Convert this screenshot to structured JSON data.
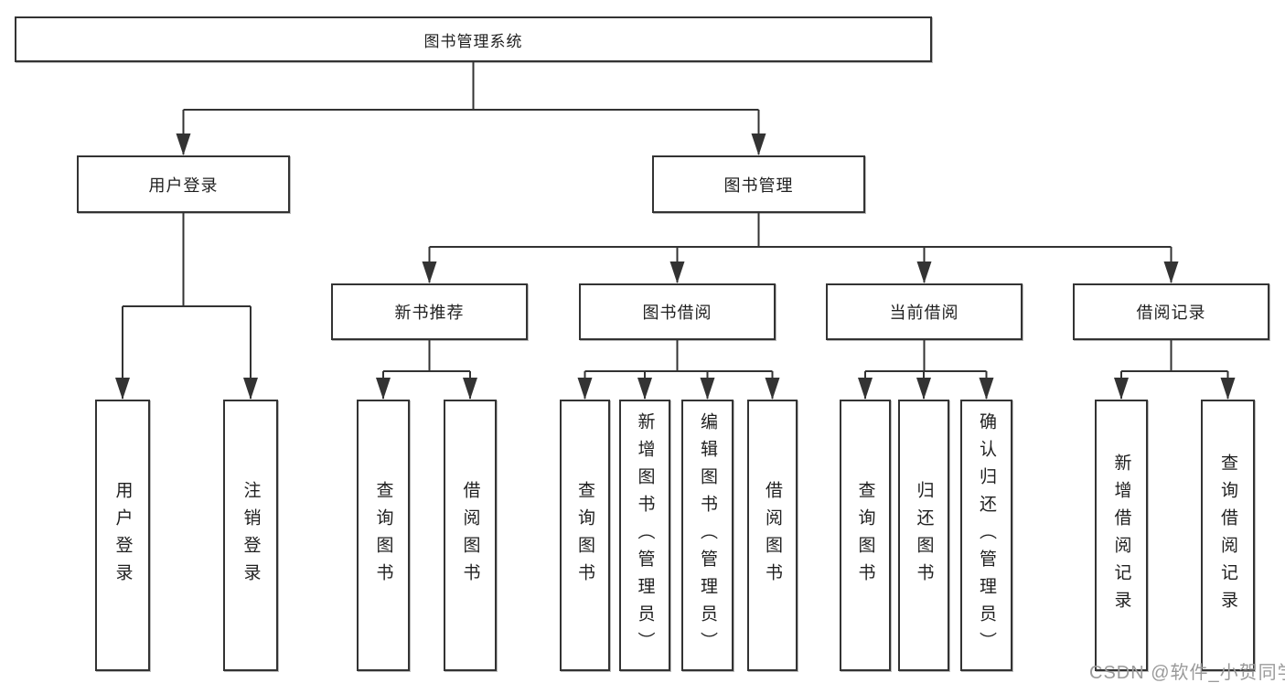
{
  "diagram_title": "图书管理系统",
  "nodes": {
    "root": "图书管理系统",
    "user_login": "用户登录",
    "book_management": "图书管理",
    "new_book_recommend": "新书推荐",
    "book_borrow": "图书借阅",
    "current_borrow": "当前借阅",
    "borrow_records": "借阅记录",
    "leaf_user_login": "用户登录",
    "leaf_logout": "注销登录",
    "leaf_recommend_query_book": "查询图书",
    "leaf_recommend_borrow_book": "借阅图书",
    "leaf_borrow_query_book": "查询图书",
    "leaf_borrow_add_book": "新增图书（管理员）",
    "leaf_borrow_edit_book": "编辑图书（管理员）",
    "leaf_borrow_borrow_book": "借阅图书",
    "leaf_current_query_book": "查询图书",
    "leaf_current_return_book": "归还图书",
    "leaf_current_confirm_return": "确认归还（管理员）",
    "leaf_records_add_record": "新增借阅记录",
    "leaf_records_query_record": "查询借阅记录"
  },
  "hierarchy": {
    "图书管理系统": {
      "用户登录": [
        "用户登录",
        "注销登录"
      ],
      "图书管理": {
        "新书推荐": [
          "查询图书",
          "借阅图书"
        ],
        "图书借阅": [
          "查询图书",
          "新增图书（管理员）",
          "编辑图书（管理员）",
          "借阅图书"
        ],
        "当前借阅": [
          "查询图书",
          "归还图书",
          "确认归还（管理员）"
        ],
        "借阅记录": [
          "新增借阅记录",
          "查询借阅记录"
        ]
      }
    }
  },
  "watermark": "CSDN @软件_小贺同学",
  "colors": {
    "line": "#333333",
    "box_border": "#333333",
    "text": "#1f1f1f",
    "watermark": "#9a9a9a",
    "background": "#ffffff"
  }
}
